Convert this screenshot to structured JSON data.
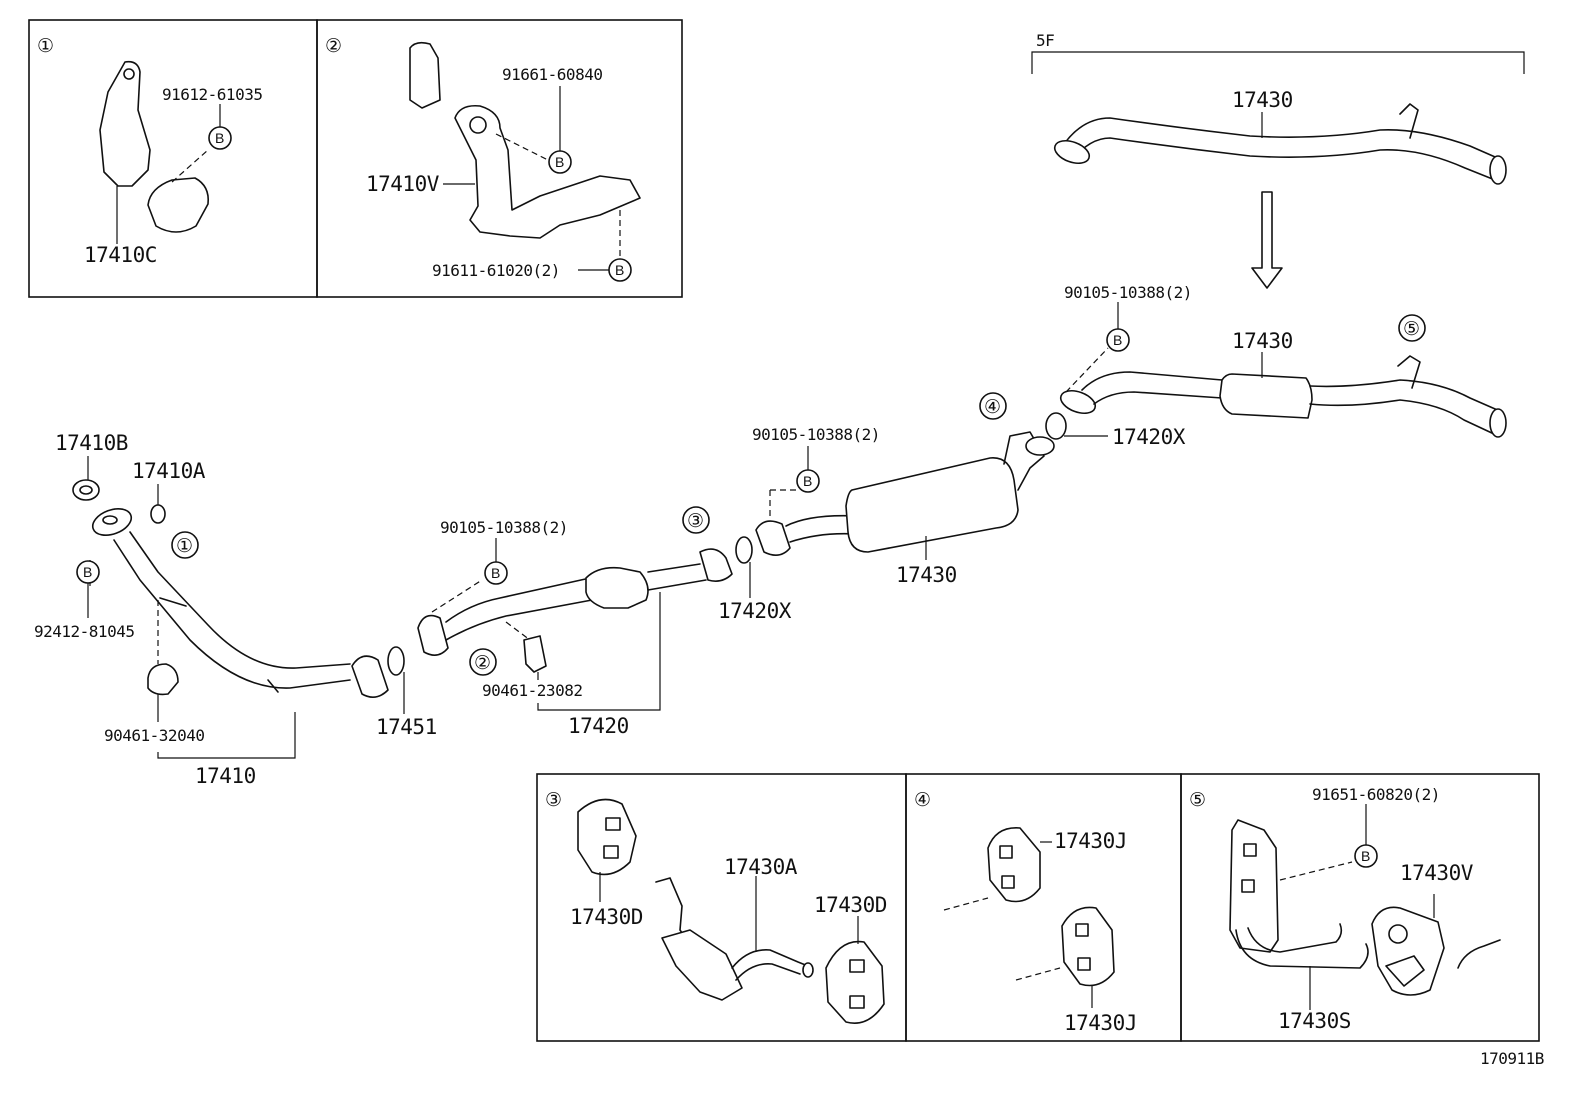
{
  "diagram": {
    "bolt_symbol": "B",
    "figure_code": "170911B",
    "group_label": "5F",
    "insets": {
      "inset1": {
        "number": "①",
        "bolt_part": "91612-61035",
        "bracket": "17410C"
      },
      "inset2": {
        "number": "②",
        "bolt_part_top": "91661-60840",
        "bracket": "17410V",
        "bolt_part_bottom": "91611-61020(2)"
      },
      "inset3": {
        "number": "③",
        "hanger_left": "17430D",
        "bracket": "17430A",
        "hanger_right": "17430D"
      },
      "inset4": {
        "number": "④",
        "hanger_top": "17430J",
        "hanger_bottom": "17430J"
      },
      "inset5": {
        "number": "⑤",
        "bolt_part": "91651-60820(2)",
        "hanger": "17430V",
        "bracket": "17430S"
      }
    },
    "main": {
      "gasket_b": "17410B",
      "gasket_a": "17410A",
      "marker1": "①",
      "bolt_left": "92412-81045",
      "clamp_left": "90461-32040",
      "front_pipe": "17410",
      "gasket_front": "17451",
      "bolt_center": "90105-10388(2)",
      "marker2": "②",
      "clamp_center": "90461-23082",
      "center_pipe": "17420",
      "marker3": "③",
      "gasket_center": "17420X",
      "bolt_tail": "90105-10388(2)",
      "tail_pipe": "17430",
      "marker4": "④",
      "gasket_rear": "17420X",
      "bolt_rear": "90105-10388(2)",
      "rear_pipe": "17430",
      "marker5": "⑤",
      "top_pipe": "17430"
    }
  }
}
